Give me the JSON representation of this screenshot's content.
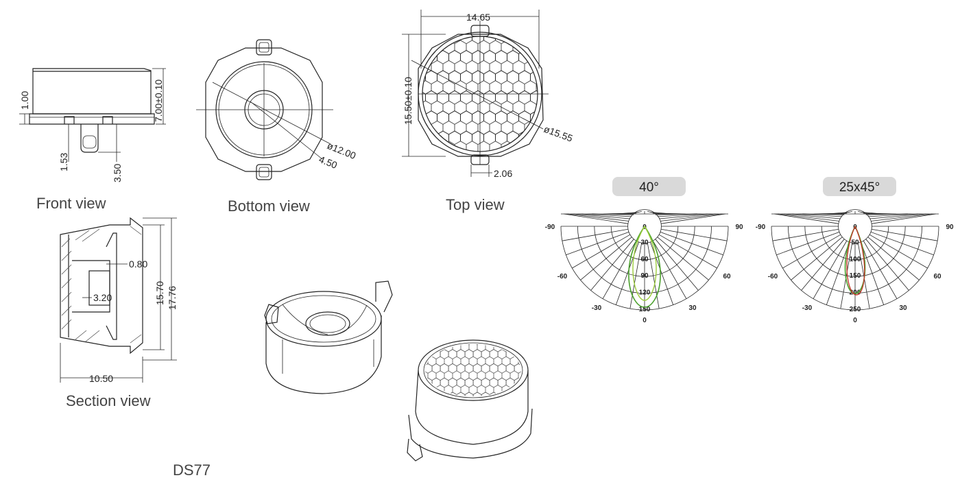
{
  "model": "DS77",
  "views": {
    "front": "Front view",
    "bottom": "Bottom view",
    "top": "Top view",
    "section": "Section view"
  },
  "dimensions": {
    "front_height": "7.00±0.10",
    "front_flange": "1.00",
    "front_pin": "1.53",
    "front_tab": "3.50",
    "bottom_inner_dia": "ø12.00",
    "bottom_wall": "4.50",
    "top_width": "14.65",
    "top_height": "15.50±0.10",
    "top_dia": "ø15.55",
    "top_tab": "2.06",
    "section_step": "0.80",
    "section_depth": "3.20",
    "section_inner": "15.70",
    "section_outer": "17.76",
    "section_width": "10.50"
  },
  "beam_charts": [
    {
      "title": "40°",
      "angle_labels": [
        "-90",
        "90",
        "-60",
        "60",
        "-30",
        "30",
        "0",
        "0"
      ],
      "radial_labels": [
        "30",
        "60",
        "90",
        "120",
        "150"
      ],
      "series_colors": [
        "#4aa02c",
        "#9ccc3c"
      ]
    },
    {
      "title": "25x45°",
      "angle_labels": [
        "-90",
        "90",
        "-60",
        "60",
        "-30",
        "30",
        "0",
        "0"
      ],
      "radial_labels": [
        "50",
        "100",
        "150",
        "200",
        "250"
      ],
      "series_colors": [
        "#4aa02c",
        "#c0392b"
      ]
    }
  ]
}
